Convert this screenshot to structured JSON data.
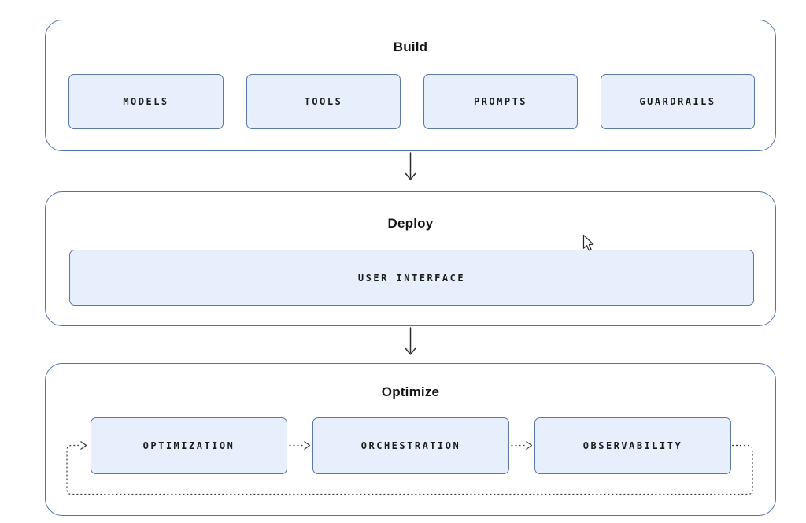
{
  "diagram": {
    "flow_order": [
      "Build",
      "Deploy",
      "Optimize"
    ],
    "sections": [
      {
        "id": "build",
        "title": "Build",
        "boxes": [
          {
            "label": "MODELS"
          },
          {
            "label": "TOOLS"
          },
          {
            "label": "PROMPTS"
          },
          {
            "label": "GUARDRAILS"
          }
        ]
      },
      {
        "id": "deploy",
        "title": "Deploy",
        "boxes": [
          {
            "label": "USER INTERFACE"
          }
        ]
      },
      {
        "id": "optimize",
        "title": "Optimize",
        "boxes": [
          {
            "label": "OPTIMIZATION"
          },
          {
            "label": "ORCHESTRATION"
          },
          {
            "label": "OBSERVABILITY"
          }
        ],
        "loop": "OPTIMIZATION -> ORCHESTRATION -> OBSERVABILITY -> (dotted feedback loop back to OPTIMIZATION)"
      }
    ],
    "colors": {
      "background": "#ffffff",
      "container_border": "#5274aa",
      "box_fill": "#e8effc",
      "box_border": "#5b77a4",
      "solid_arrow": "#2a2a2a",
      "dotted_line": "#3c3c3c",
      "title_text": "#141414",
      "label_text": "#1b1b1b"
    }
  }
}
